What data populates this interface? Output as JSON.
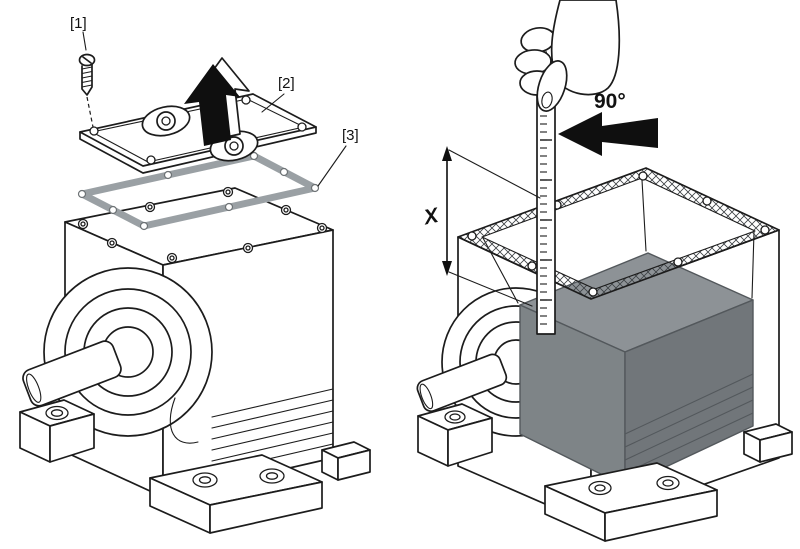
{
  "panels": {
    "left": {
      "description": "gear unit with cover removed (exploded view)",
      "callouts": [
        {
          "id": "screw",
          "label": "[1]"
        },
        {
          "id": "cover",
          "label": "[2]"
        },
        {
          "id": "gasket",
          "label": "[3]"
        }
      ]
    },
    "right": {
      "description": "oil level check with dipstick ruler",
      "angle_label": "90°",
      "dimension_label": "X"
    }
  },
  "icons": {
    "removal_arrow": "arrow-up",
    "angle_arrow": "arrow-left",
    "ruler": "ruler",
    "hand": "hand-holding-ruler"
  },
  "colors": {
    "line": "#1c1c1c",
    "gasket": "#9aa0a4",
    "arrow": "#0f0f0f",
    "label": "#111111",
    "oil-top": "#8d9296",
    "oil-left": "#7e8487",
    "oil-right": "#71767a",
    "oil-edge": "#53585c",
    "background": "#ffffff",
    "hatch": "#3c4043"
  }
}
